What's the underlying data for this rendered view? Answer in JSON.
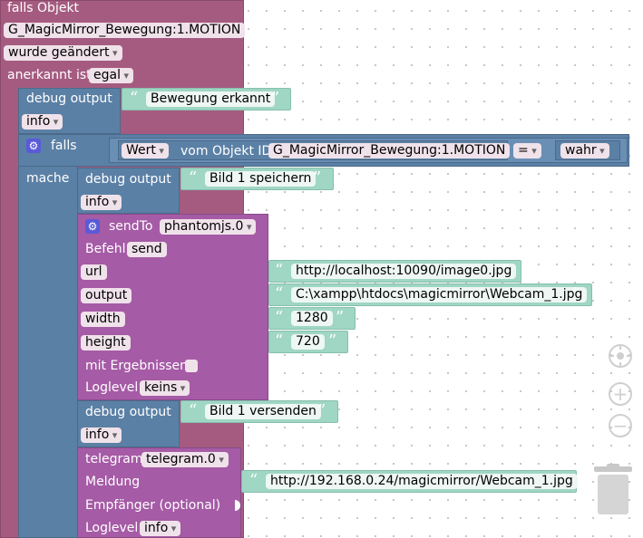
{
  "trigger": {
    "title": "falls Objekt",
    "object_id": "G_MagicMirror_Bewegung:1.MOTION",
    "event": "wurde geändert",
    "ack_label": "anerkannt ist",
    "ack_value": "egal"
  },
  "debug1": {
    "label": "debug output",
    "text": "Bewegung erkannt",
    "level": "info"
  },
  "if_block": {
    "label": "falls",
    "do_label": "mache",
    "lhs_prop": "Wert",
    "lhs_of": "vom Objekt ID",
    "lhs_object": "G_MagicMirror_Bewegung:1.MOTION",
    "operator": "=",
    "rhs": "wahr"
  },
  "debug2": {
    "label": "debug output",
    "text": "Bild 1 speichern",
    "level": "info"
  },
  "sendto": {
    "label": "sendTo",
    "instance": "phantomjs.0",
    "befehl_label": "Befehl",
    "befehl_value": "send",
    "params": [
      {
        "name": "url",
        "value": "http://localhost:10090/image0.jpg"
      },
      {
        "name": "output",
        "value": "C:\\xampp\\htdocs\\magicmirror\\Webcam_1.jpg"
      },
      {
        "name": "width",
        "value": "1280"
      },
      {
        "name": "height",
        "value": "720"
      }
    ],
    "mit_label": "mit Ergebnissen",
    "loglevel_label": "Loglevel",
    "loglevel_value": "keins"
  },
  "debug3": {
    "label": "debug output",
    "text": "Bild 1 versenden",
    "level": "info"
  },
  "telegram": {
    "label": "telegram",
    "instance": "telegram.0",
    "meldung_label": "Meldung",
    "meldung_value": "http://192.168.0.24/magicmirror/Webcam_1.jpg",
    "empfaenger_label": "Empfänger (optional)",
    "loglevel_label": "Loglevel",
    "loglevel_value": "info"
  },
  "colors": {
    "trigger": "#a55b80",
    "blue": "#5b80a5",
    "purple": "#a55ba5",
    "string": "#9fd6c4"
  },
  "icons": {
    "gear": "gear-icon",
    "center": "target-icon",
    "zoom_in": "zoom-in-icon",
    "zoom_out": "zoom-out-icon",
    "trash": "trash-icon"
  }
}
